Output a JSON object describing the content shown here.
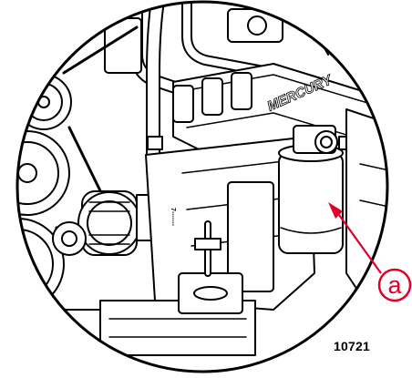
{
  "figure": {
    "number": "10721",
    "callout": {
      "letter": "a",
      "color": "#e0002a"
    },
    "logo_text": "MERCURY",
    "part_text": "7-------"
  }
}
